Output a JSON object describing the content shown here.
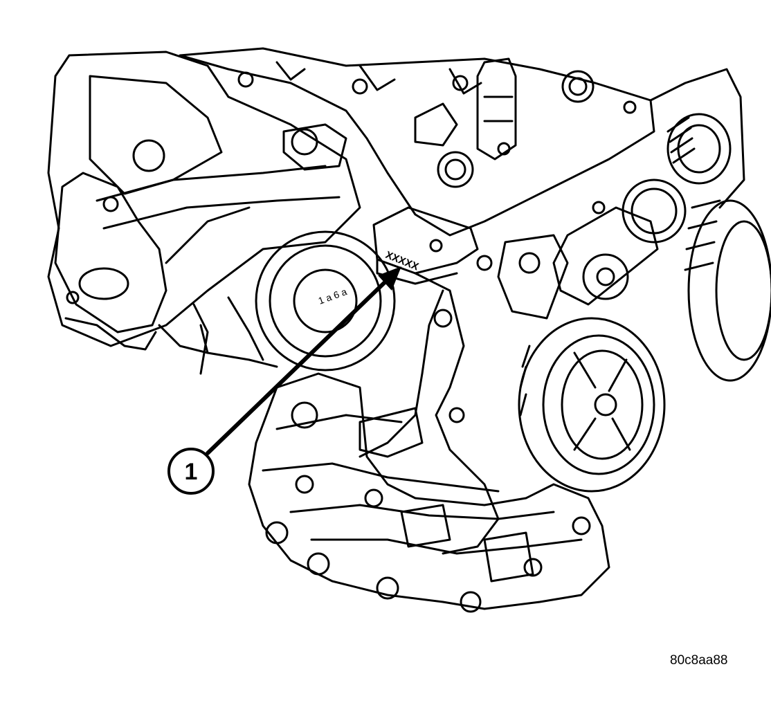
{
  "diagram": {
    "callouts": [
      {
        "number": "1"
      }
    ],
    "stamp_text": "XXXXX",
    "cap_marking": "1 a 6 a",
    "figure_id": "80c8aa88",
    "colors": {
      "ink": "#000000",
      "paper": "#ffffff"
    }
  }
}
